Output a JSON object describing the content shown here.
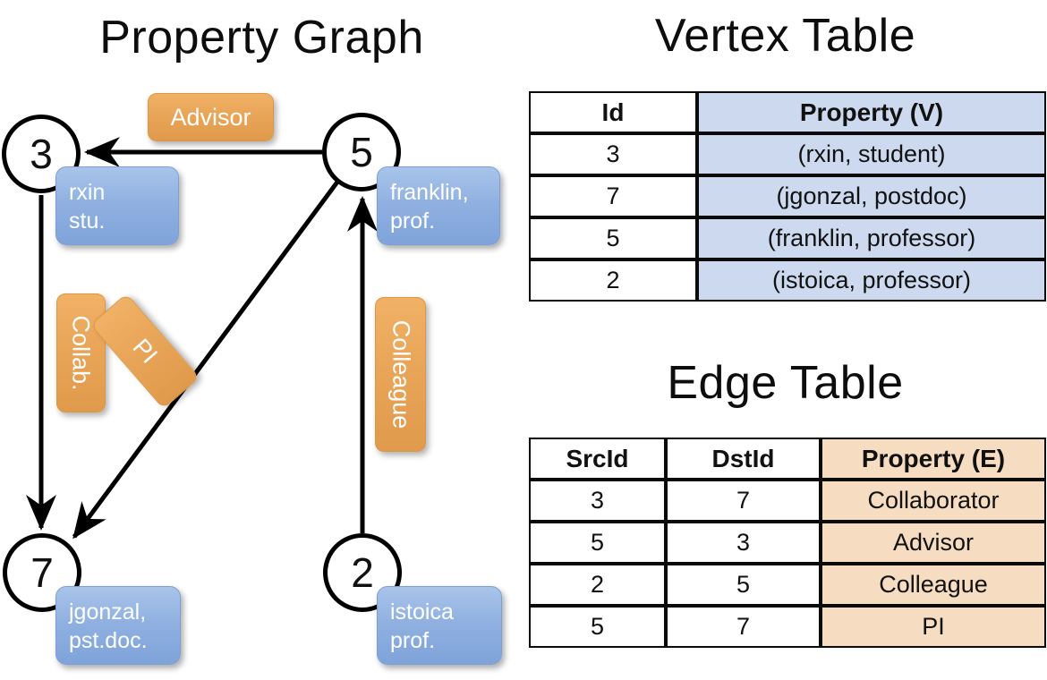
{
  "titles": {
    "property_graph": "Property Graph",
    "vertex_table": "Vertex Table",
    "edge_table": "Edge Table"
  },
  "colors": {
    "vertex_property_fill": "#ccd9ee",
    "edge_property_fill": "#f6dcc0",
    "node_box_fill": "#8fb0e0",
    "edge_label_fill": "#e8a457",
    "border": "#0a0a0a"
  },
  "graph": {
    "nodes": [
      {
        "id": "3",
        "property_lines": [
          "rxin",
          "stu."
        ]
      },
      {
        "id": "5",
        "property_lines": [
          "franklin,",
          "prof."
        ]
      },
      {
        "id": "7",
        "property_lines": [
          "jgonzal,",
          "pst.doc."
        ]
      },
      {
        "id": "2",
        "property_lines": [
          "istoica",
          "prof."
        ]
      }
    ],
    "edge_labels": [
      {
        "name": "advisor",
        "text": "Advisor",
        "orientation": "horizontal"
      },
      {
        "name": "collab",
        "text": "Collab.",
        "orientation": "vertical"
      },
      {
        "name": "pi",
        "text": "PI",
        "orientation": "diagonal"
      },
      {
        "name": "colleague",
        "text": "Colleague",
        "orientation": "vertical"
      }
    ]
  },
  "vertex_table": {
    "headers": [
      "Id",
      "Property (V)"
    ],
    "rows": [
      {
        "id": "3",
        "property": "(rxin, student)"
      },
      {
        "id": "7",
        "property": "(jgonzal, postdoc)"
      },
      {
        "id": "5",
        "property": "(franklin, professor)"
      },
      {
        "id": "2",
        "property": "(istoica, professor)"
      }
    ]
  },
  "edge_table": {
    "headers": [
      "SrcId",
      "DstId",
      "Property (E)"
    ],
    "rows": [
      {
        "src": "3",
        "dst": "7",
        "property": "Collaborator"
      },
      {
        "src": "5",
        "dst": "3",
        "property": "Advisor"
      },
      {
        "src": "2",
        "dst": "5",
        "property": "Colleague"
      },
      {
        "src": "5",
        "dst": "7",
        "property": "PI"
      }
    ]
  },
  "chart_data": {
    "type": "diagram",
    "title": "Property Graph",
    "nodes": [
      {
        "id": "3",
        "label": "rxin, stu."
      },
      {
        "id": "5",
        "label": "franklin, prof."
      },
      {
        "id": "7",
        "label": "jgonzal, pst.doc."
      },
      {
        "id": "2",
        "label": "istoica, prof."
      }
    ],
    "edges": [
      {
        "src": "3",
        "dst": "7",
        "label": "Collab."
      },
      {
        "src": "5",
        "dst": "3",
        "label": "Advisor"
      },
      {
        "src": "2",
        "dst": "5",
        "label": "Colleague"
      },
      {
        "src": "5",
        "dst": "7",
        "label": "PI"
      }
    ]
  }
}
